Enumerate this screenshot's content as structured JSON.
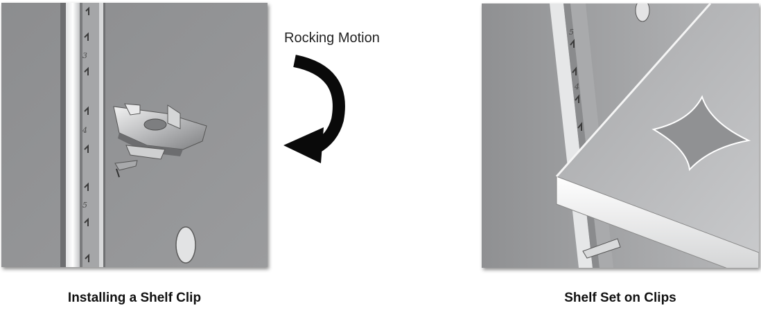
{
  "figures": [
    {
      "caption": "Installing a Shelf Clip",
      "upright_markers": [
        "3",
        "4",
        "5"
      ]
    },
    {
      "caption": "Shelf Set on Clips",
      "upright_markers": [
        "5",
        "4"
      ]
    }
  ],
  "annotation": {
    "label": "Rocking Motion",
    "arrow_icon": "curved-arrow-icon",
    "arrow_direction": "clockwise"
  },
  "colors": {
    "wall_gray": "#8f9092",
    "arrow": "#0a0a0a"
  }
}
